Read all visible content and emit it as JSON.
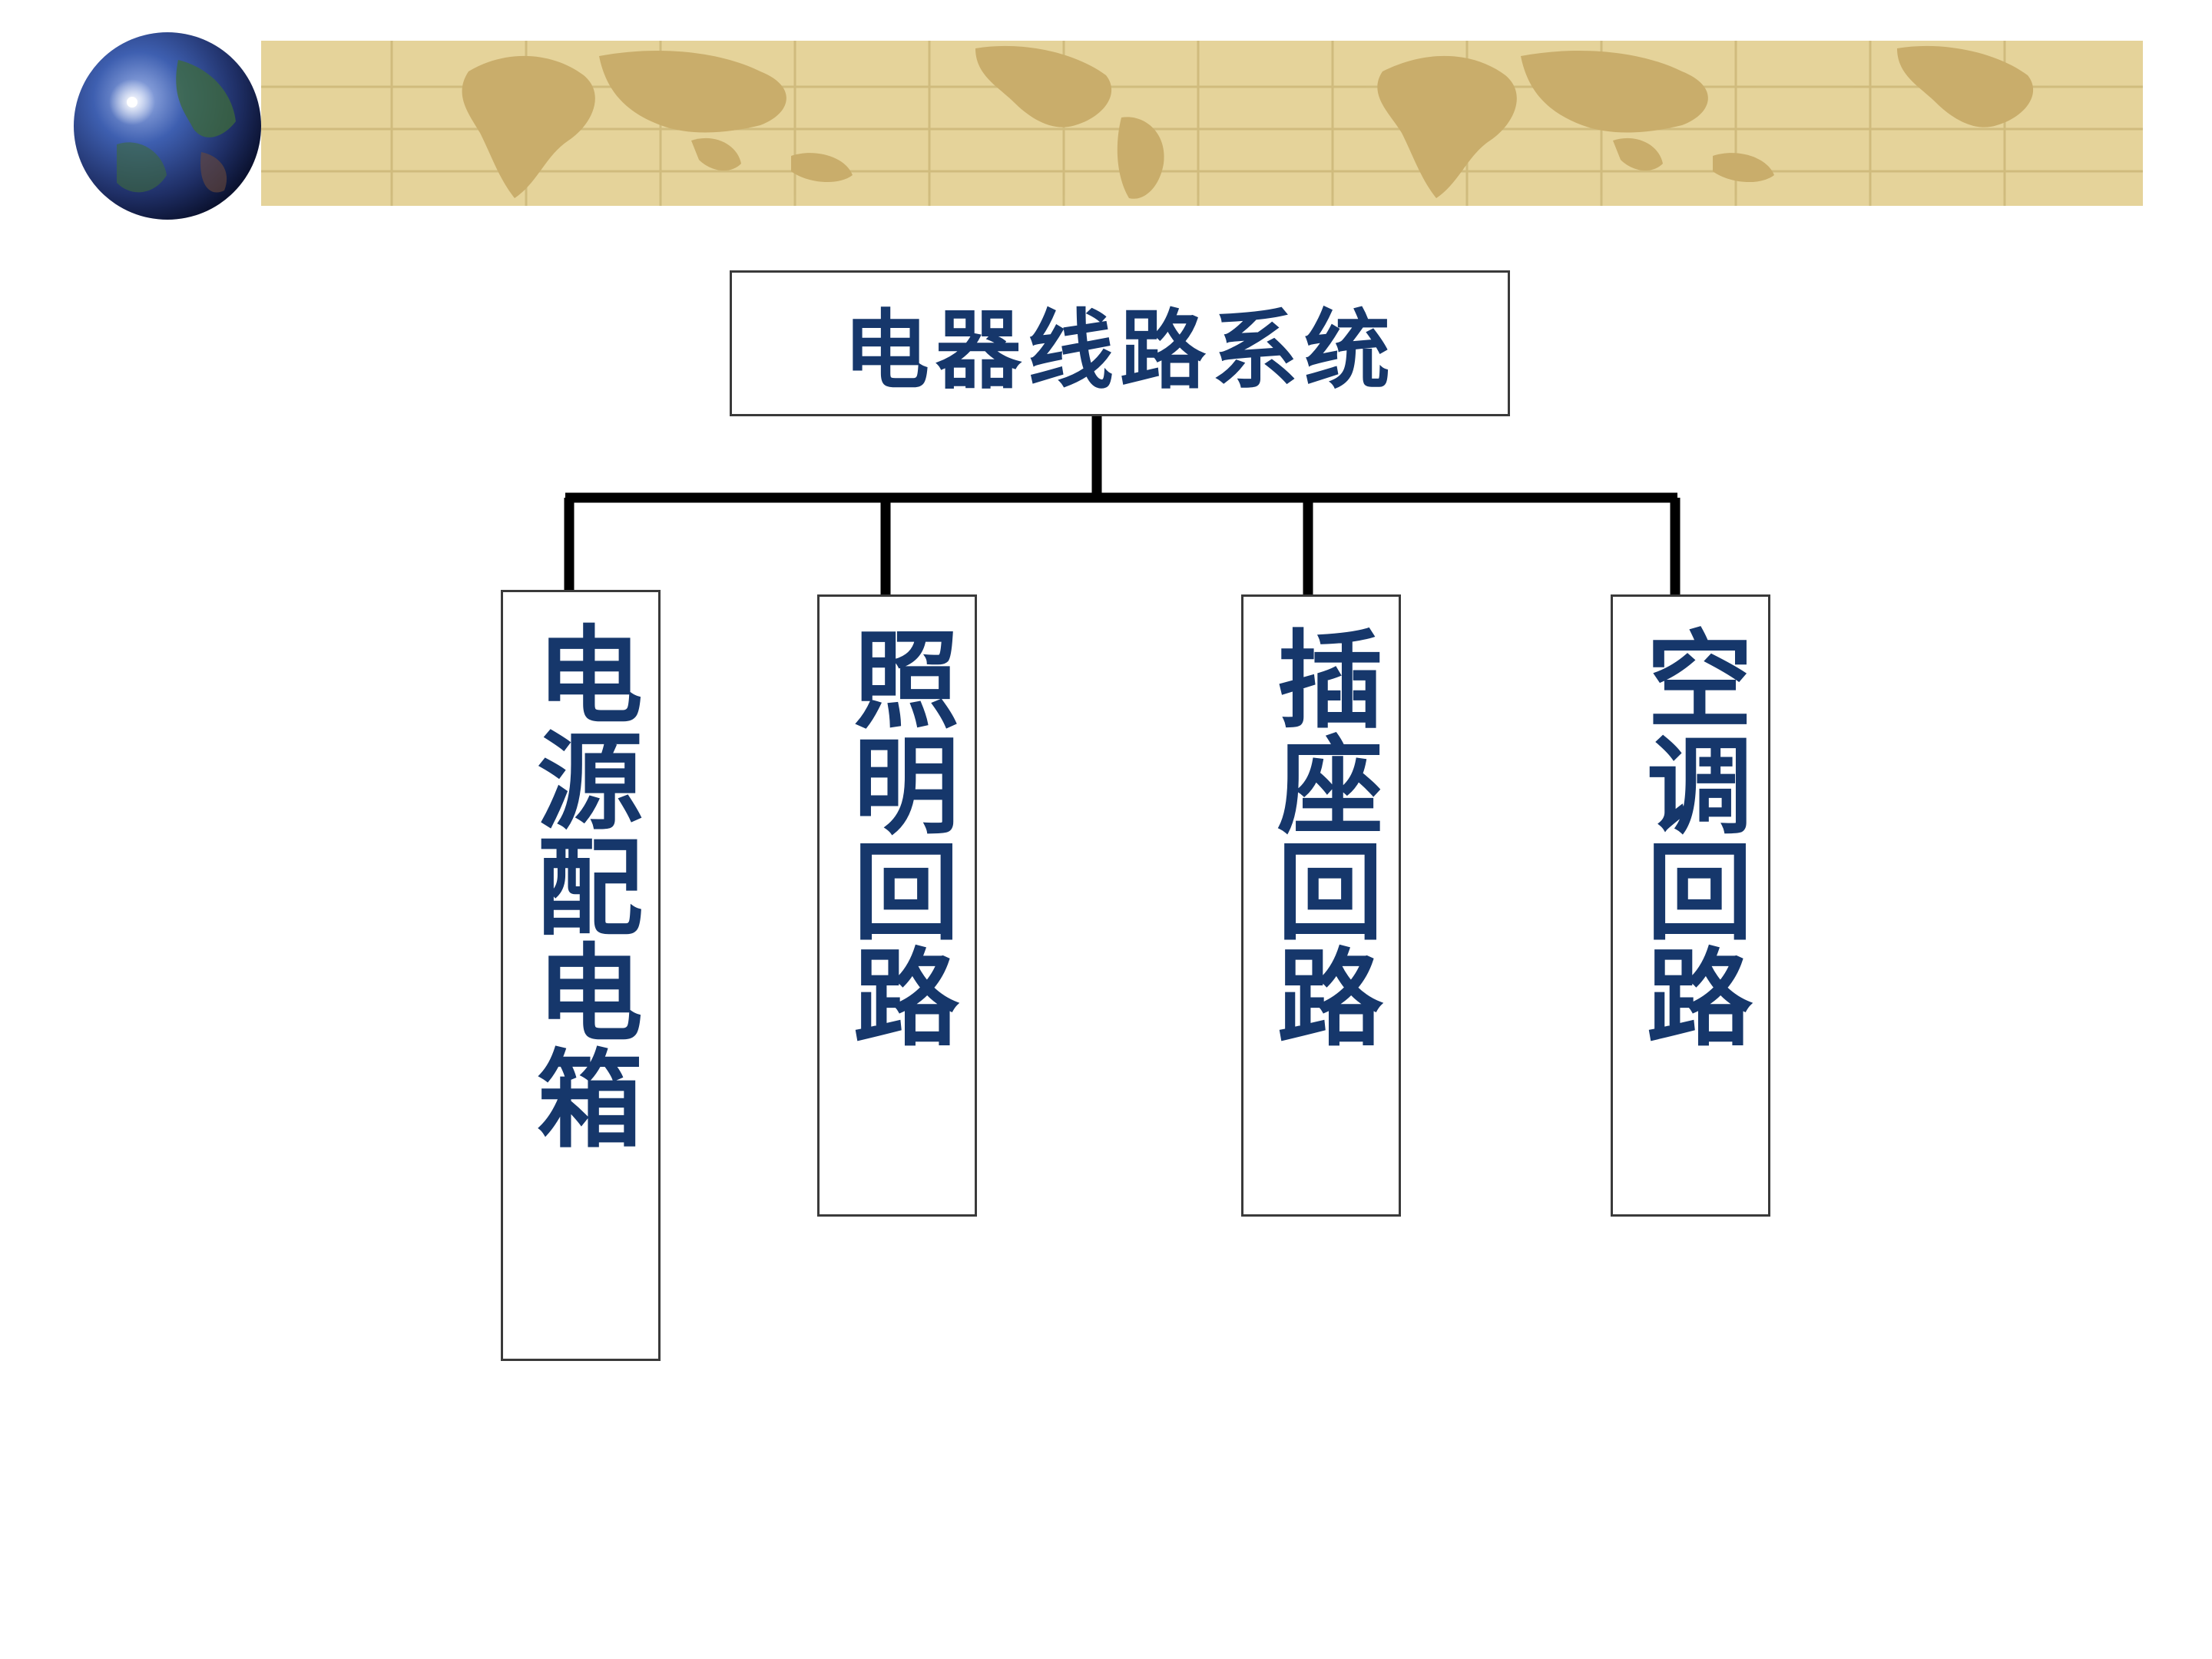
{
  "diagram": {
    "root": {
      "label": "电器线路系统"
    },
    "children": [
      {
        "label": "电源配电箱"
      },
      {
        "label": "照明回路"
      },
      {
        "label": "插座回路"
      },
      {
        "label": "空调回路"
      }
    ]
  },
  "colors": {
    "text": "#16376b",
    "box_border": "#3a3a3a",
    "connector": "#000000",
    "banner_bg": "#e5d39a",
    "banner_map": "#c9ad6b",
    "banner_grid": "#cbb677"
  },
  "decor": {
    "icons": [
      "globe-icon",
      "world-map-banner"
    ]
  }
}
